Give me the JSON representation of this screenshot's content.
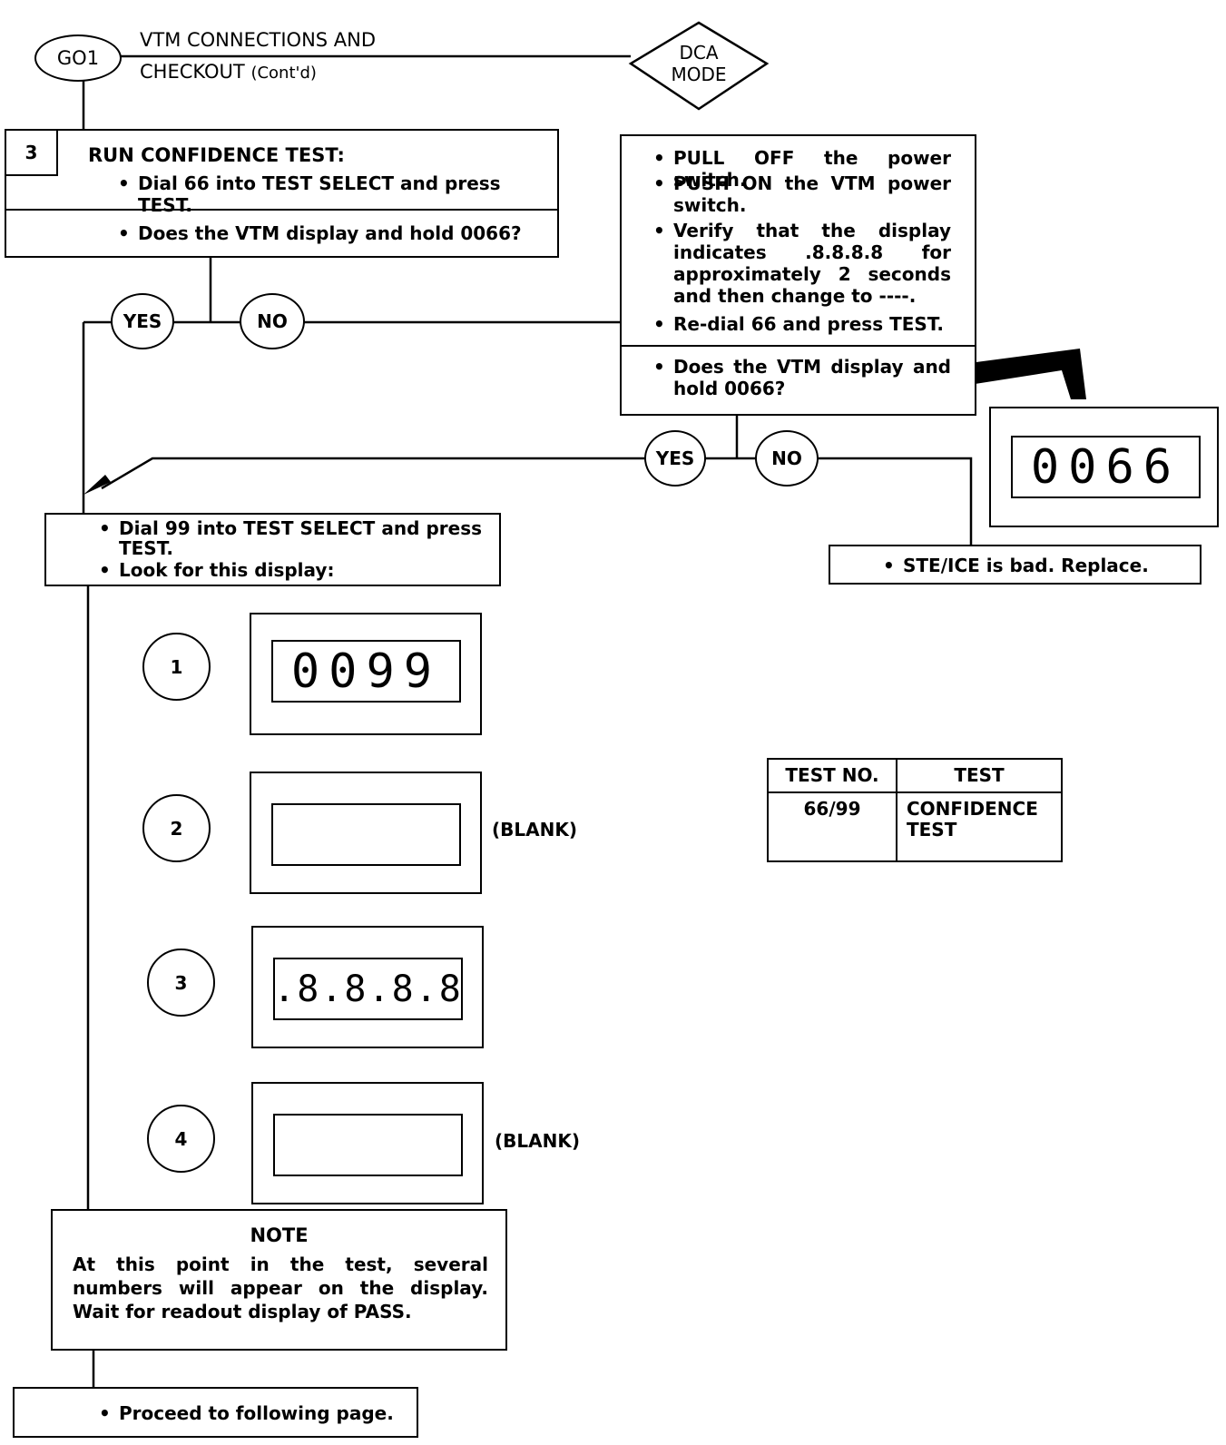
{
  "header": {
    "go_label": "GO1",
    "title_line1": "VTM CONNECTIONS AND",
    "title_line2": "CHECKOUT",
    "title_suffix": "(Cont'd)",
    "mode_line1": "DCA",
    "mode_line2": "MODE"
  },
  "step3": {
    "number": "3",
    "title": "RUN CONFIDENCE TEST:",
    "action": "Dial 66 into TEST SELECT and press TEST.",
    "question": "Does the VTM display and hold 0066?"
  },
  "branch1": {
    "yes": "YES",
    "no": "NO"
  },
  "power_box": {
    "items": [
      "PULL OFF the power switch.",
      "PUSH ON the VTM power switch.",
      "Verify that the display indicates .8.8.8.8 for approximately 2 seconds and then change to ----.",
      "Re-dial 66 and press TEST."
    ],
    "question": "Does the VTM display and hold 0066?"
  },
  "branch2": {
    "yes": "YES",
    "no": "NO"
  },
  "display_0066": "0066",
  "replace_box": {
    "text": "STE/ICE is bad. Replace."
  },
  "dial_box": {
    "items": [
      "Dial 99 into TEST SELECT and press TEST.",
      "Look for this display:"
    ]
  },
  "sequence": [
    {
      "number": "1",
      "display": "0099",
      "caption": ""
    },
    {
      "number": "2",
      "display": "",
      "caption": "(BLANK)"
    },
    {
      "number": "3",
      "display": ".8.8.8.8",
      "caption": ""
    },
    {
      "number": "4",
      "display": "",
      "caption": "(BLANK)"
    }
  ],
  "test_table": {
    "headers": [
      "TEST NO.",
      "TEST"
    ],
    "rows": [
      [
        "66/99",
        "CONFIDENCE TEST"
      ]
    ]
  },
  "note": {
    "title": "NOTE",
    "text": "At this point in the test, several numbers will appear on the display. Wait for readout display of PASS."
  },
  "final_box": {
    "text": "Proceed to following page."
  }
}
